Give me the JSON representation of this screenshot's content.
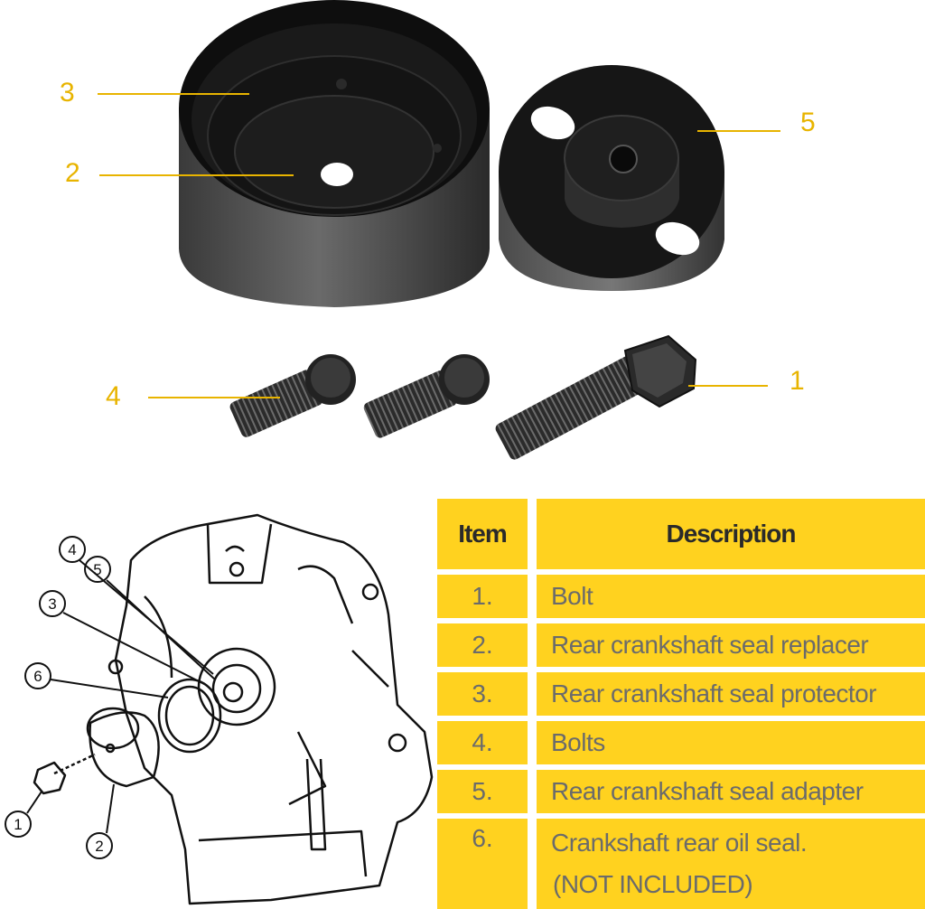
{
  "photo_callouts": [
    "3",
    "2",
    "5",
    "4",
    "1"
  ],
  "diagram_callouts": [
    "4",
    "5",
    "3",
    "6",
    "1",
    "2"
  ],
  "table": {
    "header_item": "Item",
    "header_description": "Description",
    "rows": [
      {
        "item": "1.",
        "description": "Bolt"
      },
      {
        "item": "2.",
        "description": "Rear crankshaft seal replacer"
      },
      {
        "item": "3.",
        "description": "Rear crankshaft seal protector"
      },
      {
        "item": "4.",
        "description": "Bolts"
      },
      {
        "item": "5.",
        "description": "Rear crankshaft seal adapter"
      },
      {
        "item": "6.",
        "description": "Crankshaft rear oil seal.",
        "note": "(NOT INCLUDED)"
      }
    ]
  },
  "colors": {
    "table_fill": "#ffd21f",
    "callout": "#e8b400",
    "tool_metal": "#1c1c1c"
  }
}
